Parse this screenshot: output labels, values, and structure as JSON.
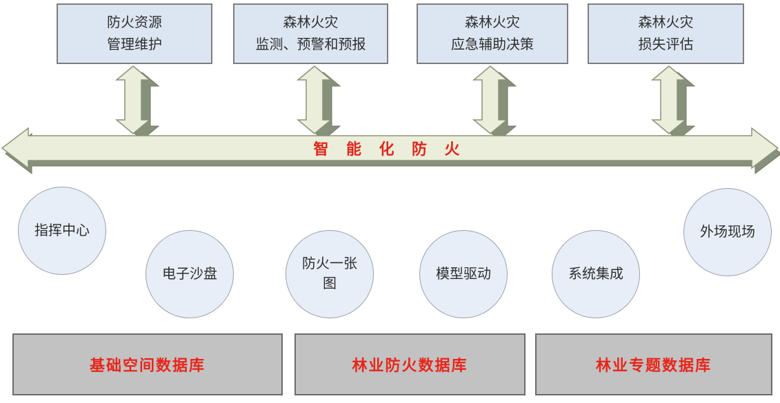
{
  "top_boxes": [
    {
      "line1": "防火资源",
      "line2": "管理维护"
    },
    {
      "line1": "森林火灾",
      "line2": "监测、预警和预报"
    },
    {
      "line1": "森林火灾",
      "line2": "应急辅助决策"
    },
    {
      "line1": "森林火灾",
      "line2": "损失评估"
    }
  ],
  "main_arrow": {
    "label": "智 能 化 防 火"
  },
  "circles": [
    {
      "label": "指挥中心"
    },
    {
      "label": "电子沙盘"
    },
    {
      "label": "防火一张图"
    },
    {
      "label": "模型驱动"
    },
    {
      "label": "系统集成"
    },
    {
      "label": "外场现场"
    }
  ],
  "databases": [
    {
      "label": "基础空间数据库"
    },
    {
      "label": "林业防火数据库"
    },
    {
      "label": "林业专题数据库"
    }
  ],
  "colors": {
    "box_fill": "#dce6f2",
    "box_border": "#7d7d7d",
    "circle_fill": "#e7eef8",
    "arrow_face": "#eaeeda",
    "arrow_side": "#87907a",
    "database_fill": "#c2c2c2",
    "red_text": "#e0261c"
  }
}
